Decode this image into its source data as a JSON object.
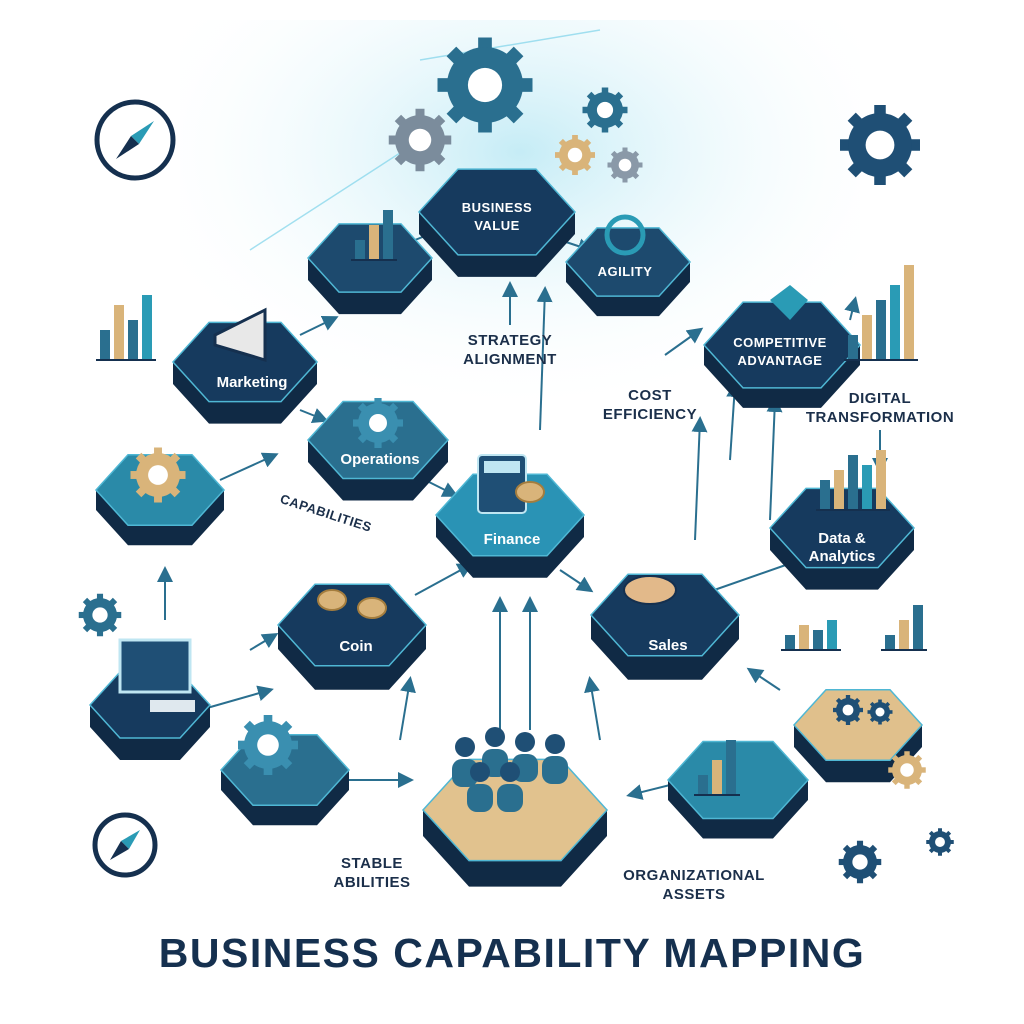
{
  "title": "BUSINESS CAPABILITY MAPPING",
  "nodes": {
    "business_value": "BUSINESS\nVALUE",
    "agility": "AGILITY",
    "competitive_advantage": "COMPETITIVE\nADVANTAGE",
    "marketing": "Marketing",
    "operations": "Operations",
    "finance": "Finance",
    "data_analytics": "Data &\nAnalytics",
    "coin": "Coin",
    "sales": "Sales"
  },
  "annotations": {
    "strategy_alignment": "STRATEGY\nALIGNMENT",
    "cost_efficiency": "COST\nEFFICIENCY",
    "digital_transformation": "DIGITAL\nTRANSFORMATION",
    "capabilities": "CAPABILITIES",
    "stable_abilities": "STABLE\nABILITIES",
    "organizational_assets": "ORGANIZATIONAL\nASSETS"
  },
  "colors": {
    "navy": "#15304f",
    "tile_top": "#1d4a6e",
    "tile_side": "#102a45",
    "teal": "#2a9bb5",
    "gold": "#d9b47a",
    "arrow": "#2a6f8f"
  }
}
